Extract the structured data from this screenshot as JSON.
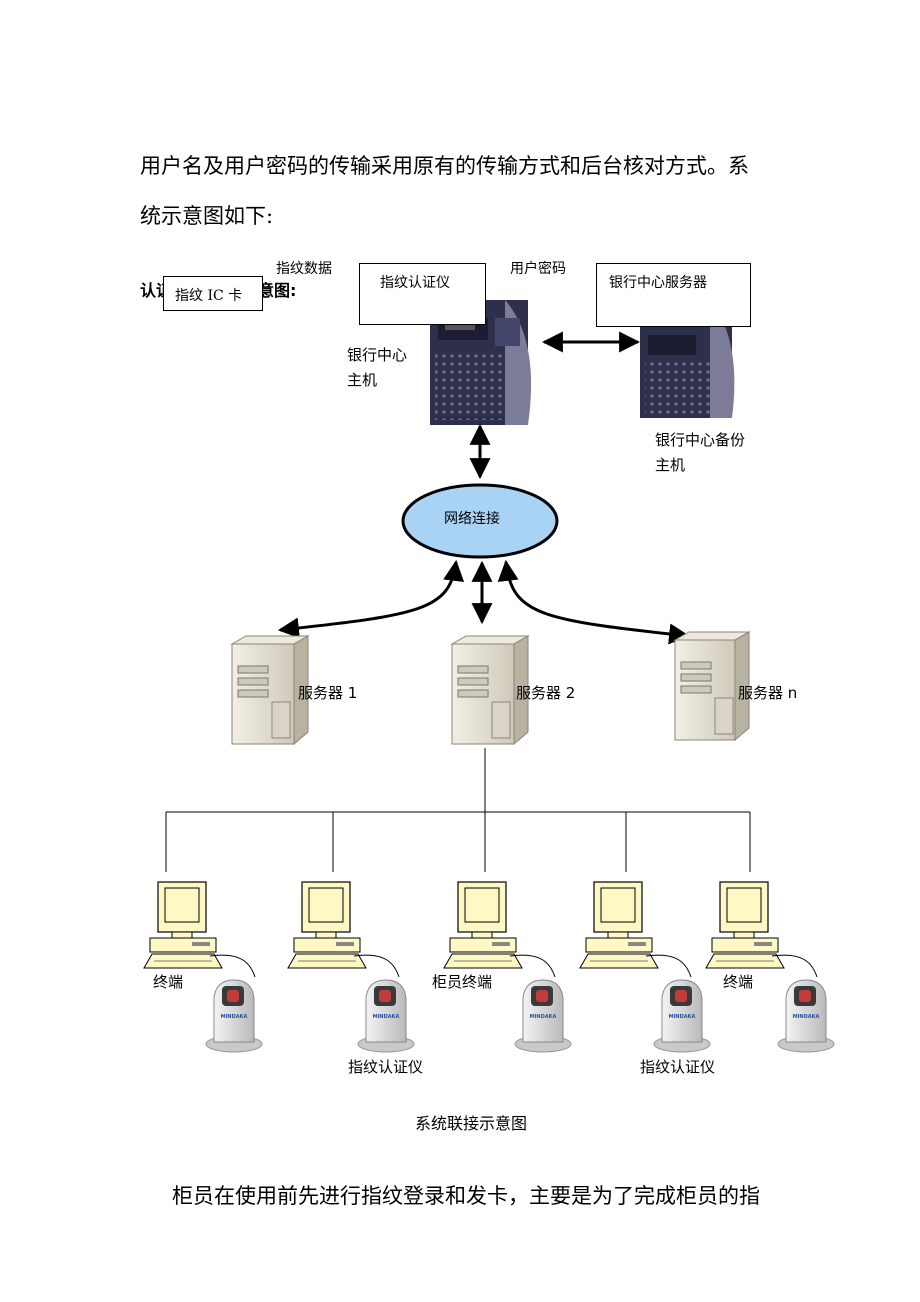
{
  "text": {
    "para1_line1": "用户名及用户密码的传输采用原有的传输方式和后台核对方式。系",
    "para1_line2": "统示意图如下:",
    "section_heading_prefix": "认证",
    "section_heading_suffix": "意图:",
    "para2_line1": "柜员在使用前先进行指纹登录和发卡，主要是为了完成柜员的指"
  },
  "diagram": {
    "label_fingerprint_data": "指纹数据",
    "label_user_password": "用户密码",
    "box_ic_card": "指纹 IC 卡",
    "box_fp_device": "指纹认证仪",
    "box_bank_server": "银行中心服务器",
    "bank_host_line1": "银行中心",
    "bank_host_line2": "主机",
    "backup_host_line1": "银行中心备份",
    "backup_host_line2": "主机",
    "network": "网络连接",
    "server1": "服务器 1",
    "server2": "服务器 2",
    "servern": "服务器 n",
    "terminal_left": "终端",
    "terminal_teller": "柜员终端",
    "terminal_right": "终端",
    "fp_reader_a": "指纹认证仪",
    "fp_reader_b": "指纹认证仪",
    "caption": "系统联接示意图",
    "reader_brand": "MINDAKA"
  },
  "colors": {
    "network_fill": "#a9d3f5",
    "monitor_fill": "#fdf8c4",
    "server_tower": "#2e2f4a",
    "pc_server": "#e8e4d8"
  }
}
